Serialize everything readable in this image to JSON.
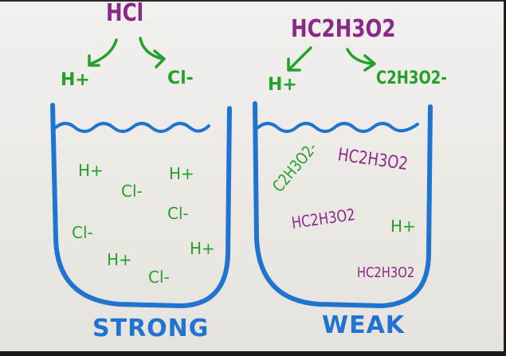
{
  "strong": {
    "formula": "HCl",
    "ion_pos": "H+",
    "ion_neg": "Cl-",
    "beaker": [
      "H+",
      "Cl-",
      "H+",
      "Cl-",
      "Cl-",
      "H+",
      "H+",
      "Cl-"
    ],
    "caption": "STRONG"
  },
  "weak": {
    "formula": "HC2H3O2",
    "ion_pos": "H+",
    "ion_neg": "C2H3O2-",
    "beaker": [
      "C2H3O2-",
      "HC2H3O2",
      "HC2H3O2",
      "H+",
      "HC2H3O2"
    ],
    "caption": "WEAK"
  },
  "colors": {
    "green_ion": "#24a12a",
    "purple_molecule": "#8a2a88",
    "blue_beaker": "#1f73d1"
  }
}
